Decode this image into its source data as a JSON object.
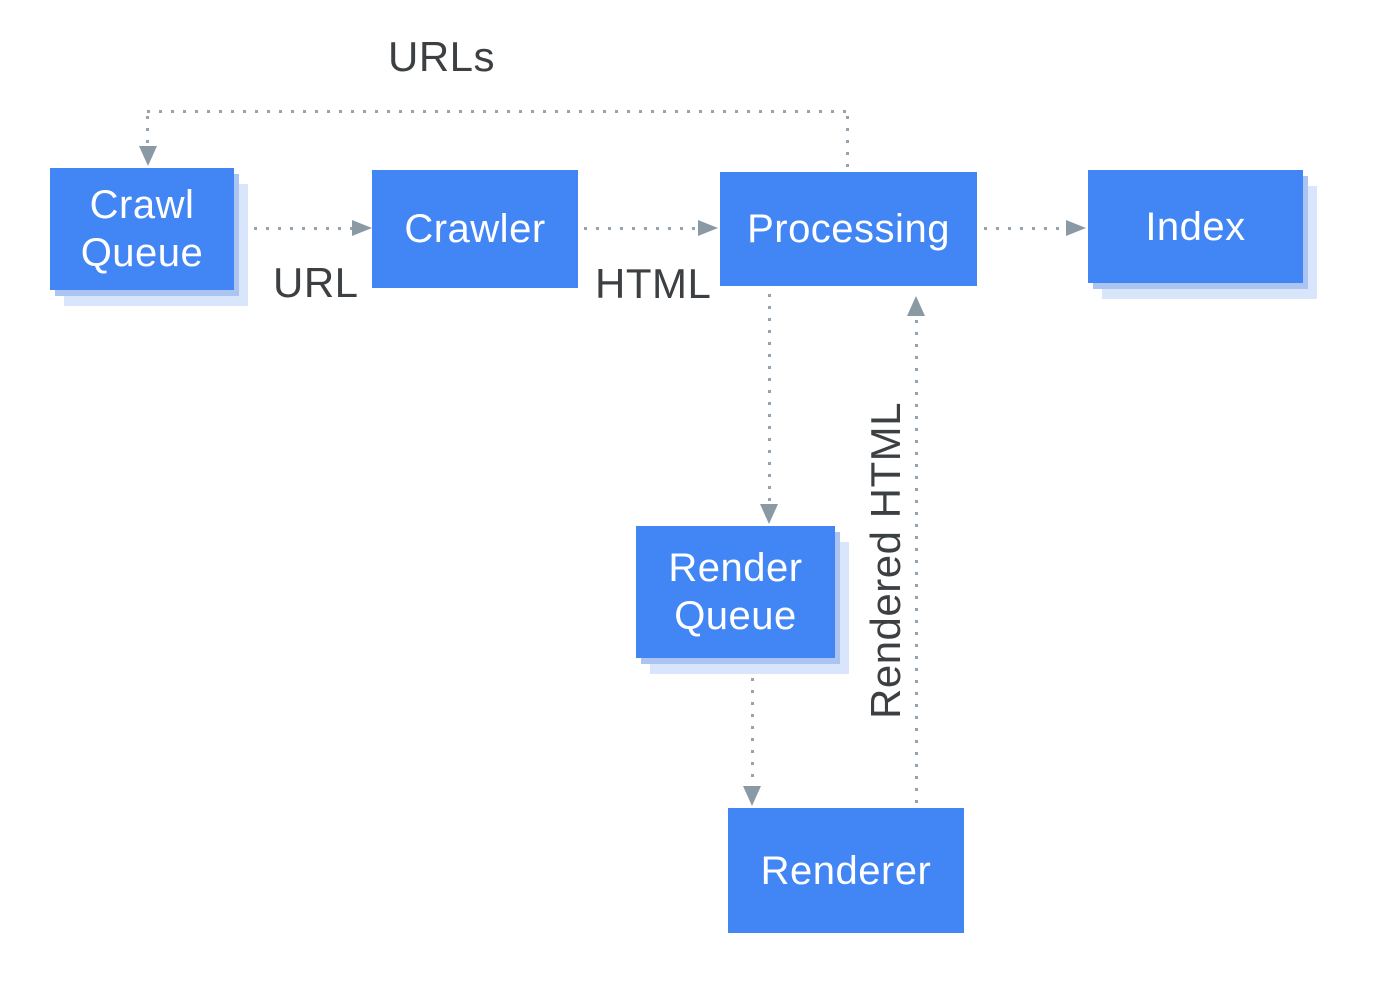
{
  "diagram": {
    "description": "Google crawl-render-index pipeline diagram",
    "nodes": {
      "crawl_queue": {
        "label": "Crawl\nQueue"
      },
      "crawler": {
        "label": "Crawler"
      },
      "processing": {
        "label": "Processing"
      },
      "index": {
        "label": "Index"
      },
      "render_queue": {
        "label": "Render\nQueue"
      },
      "renderer": {
        "label": "Renderer"
      }
    },
    "edge_labels": {
      "urls": "URLs",
      "url": "URL",
      "html": "HTML",
      "rendered_html": "Rendered HTML"
    },
    "edges": [
      {
        "from": "processing",
        "to": "crawl_queue",
        "label": "URLs",
        "style": "dotted"
      },
      {
        "from": "crawl_queue",
        "to": "crawler",
        "label": "URL",
        "style": "dotted"
      },
      {
        "from": "crawler",
        "to": "processing",
        "label": "HTML",
        "style": "dotted"
      },
      {
        "from": "processing",
        "to": "index",
        "label": "",
        "style": "dotted"
      },
      {
        "from": "processing",
        "to": "render_queue",
        "label": "",
        "style": "dotted"
      },
      {
        "from": "render_queue",
        "to": "renderer",
        "label": "",
        "style": "dotted"
      },
      {
        "from": "renderer",
        "to": "processing",
        "label": "Rendered HTML",
        "style": "dotted"
      }
    ],
    "colors": {
      "background": "#FFFFFF",
      "node_fill": "#4285F4",
      "node_text": "#FFFFFF",
      "shadow_inner": "#ABC4F1",
      "shadow_outer": "#D9E5FB",
      "connector": "#95A4AF",
      "arrowhead": "#8A9AA5",
      "label_text": "#3C4043"
    }
  }
}
